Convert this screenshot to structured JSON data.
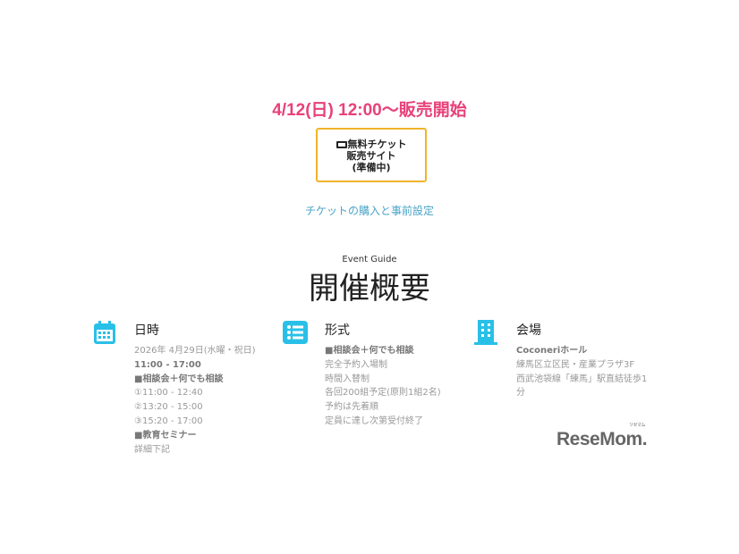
{
  "sale_notice": "4/12(日) 12:00〜販売開始",
  "ticket_button": {
    "icon": "ticket-icon",
    "line1": "無料チケット",
    "line2": "販売サイト",
    "line3": "(準備中)"
  },
  "ticket_link": "チケットの購入と事前設定",
  "section": {
    "eyebrow": "Event Guide",
    "title": "開催概要"
  },
  "columns": [
    {
      "icon": "calendar-icon",
      "title": "日時",
      "lines": [
        "2026年 4月29日(水曜・祝日)",
        "11:00 - 17:00",
        "■相談会＋何でも相談",
        "①11:00 - 12:40",
        "②13:20 - 15:00",
        "③15:20 - 17:00",
        "■教育セミナー",
        "詳細下記"
      ]
    },
    {
      "icon": "list-icon",
      "title": "形式",
      "lines": [
        "■相談会＋何でも相談",
        "完全予約入場制",
        "時間入替制",
        "各回200組予定(原則1組2名)",
        "予約は先着順",
        "定員に達し次第受付終了"
      ]
    },
    {
      "icon": "building-icon",
      "title": "会場",
      "lines": [
        "Coconeriホール",
        "練馬区立区民・産業プラザ3F",
        "西武池袋線「練馬」駅直結徒歩1",
        "分"
      ]
    }
  ],
  "logo": {
    "text": "ReseMom.",
    "ruby": "リセマム"
  },
  "colors": {
    "accent_pink": "#e8417a",
    "button_border": "#f0b429",
    "link": "#4aa3c7",
    "icon": "#29c0e8"
  }
}
